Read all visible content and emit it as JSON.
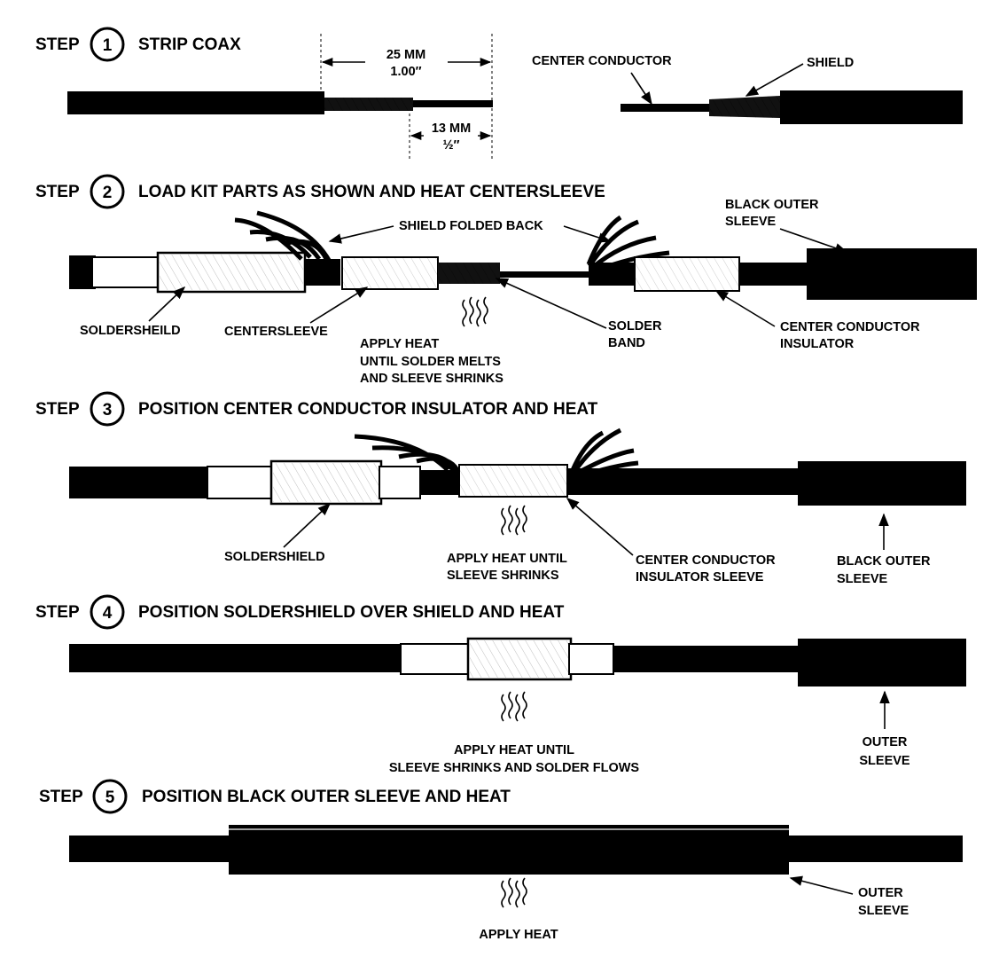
{
  "steps": [
    {
      "word": "STEP",
      "num": "1",
      "title": "STRIP COAX"
    },
    {
      "word": "STEP",
      "num": "2",
      "title": "LOAD KIT PARTS AS SHOWN AND HEAT CENTERSLEEVE"
    },
    {
      "word": "STEP",
      "num": "3",
      "title": "POSITION CENTER CONDUCTOR INSULATOR AND HEAT"
    },
    {
      "word": "STEP",
      "num": "4",
      "title": "POSITION SOLDERSHIELD OVER SHIELD AND HEAT"
    },
    {
      "word": "STEP",
      "num": "5",
      "title": "POSITION BLACK OUTER SLEEVE AND HEAT"
    }
  ],
  "step1": {
    "dim_long": [
      "25 MM",
      "1.00″"
    ],
    "dim_short": [
      "13 MM",
      "½″"
    ],
    "center_conductor": "CENTER CONDUCTOR",
    "shield": "SHIELD"
  },
  "step2": {
    "shield_folded_back": "SHIELD FOLDED BACK",
    "black_outer_sleeve": [
      "BLACK OUTER",
      "SLEEVE"
    ],
    "soldershield": "SOLDERSHEILD",
    "centersleeve": "CENTERSLEEVE",
    "apply_heat": [
      "APPLY HEAT",
      "UNTIL SOLDER MELTS",
      "AND SLEEVE SHRINKS"
    ],
    "solder_band": [
      "SOLDER",
      "BAND"
    ],
    "center_conductor_insulator": [
      "CENTER CONDUCTOR",
      "INSULATOR"
    ]
  },
  "step3": {
    "soldershield": "SOLDERSHIELD",
    "apply_heat": [
      "APPLY HEAT UNTIL",
      "SLEEVE SHRINKS"
    ],
    "insulator_sleeve": [
      "CENTER CONDUCTOR",
      "INSULATOR SLEEVE"
    ],
    "black_outer_sleeve": [
      "BLACK OUTER",
      "SLEEVE"
    ]
  },
  "step4": {
    "apply_heat": [
      "APPLY HEAT UNTIL",
      "SLEEVE SHRINKS AND SOLDER FLOWS"
    ],
    "outer_sleeve": [
      "OUTER",
      "SLEEVE"
    ]
  },
  "step5": {
    "outer_sleeve": [
      "OUTER",
      "SLEEVE"
    ],
    "apply_heat": "APPLY HEAT"
  }
}
